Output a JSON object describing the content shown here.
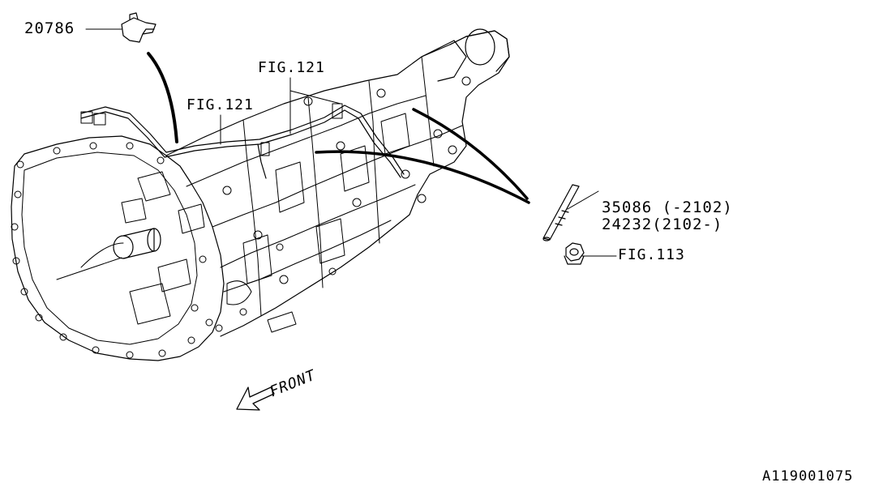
{
  "diagram": {
    "callouts": {
      "part_20786": "20786",
      "fig121_left": "FIG.121",
      "fig121_right": "FIG.121",
      "part_35086": "35086 (-2102)",
      "part_24232": "24232(2102-)",
      "fig113": "FIG.113"
    },
    "front_label": "FRONT",
    "diagram_code": "A119001075"
  },
  "colors": {
    "ink": "#000000",
    "paper": "#ffffff"
  }
}
